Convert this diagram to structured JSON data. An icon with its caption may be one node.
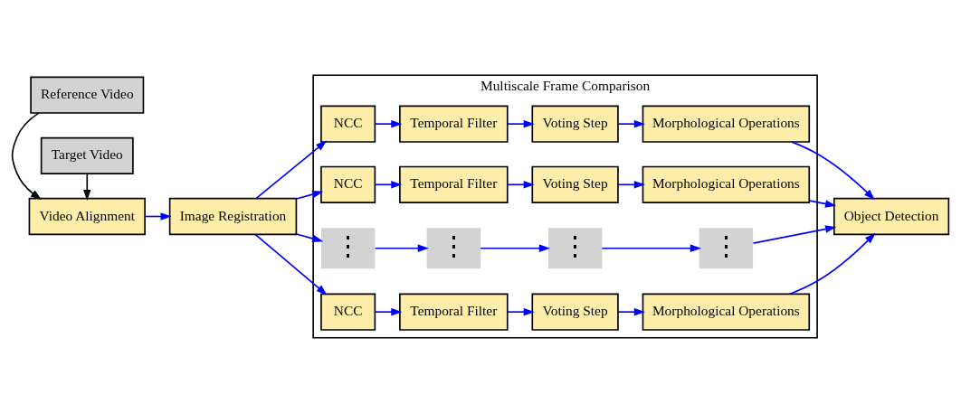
{
  "diagram": {
    "nodes": [
      {
        "text": [
          "Reference Video"
        ]
      },
      {
        "text": [
          "Video Alignment"
        ]
      },
      {
        "text": [
          "Target Video"
        ]
      },
      {
        "text": [
          "Image Registration"
        ]
      },
      {
        "text": [
          "Multiscale Frame Comparison"
        ]
      },
      {
        "text": [
          "NCC"
        ],
        "in": 4
      },
      {
        "text": [
          "Temporal Filter"
        ],
        "in": 4
      },
      {
        "text": [
          "Voting Step"
        ],
        "in": 4
      },
      {
        "text": [
          "Morphological Operations"
        ],
        "in": 4
      },
      {
        "text": [
          "NCC"
        ],
        "in": 4
      },
      {
        "text": [
          "Temporal Filter"
        ],
        "in": 4
      },
      {
        "text": [
          "Voting Step"
        ],
        "in": 4
      },
      {
        "text": [
          "Morphological Operations"
        ],
        "in": 4
      },
      {
        "text": [
          "⋮"
        ],
        "in": 4
      },
      {
        "text": [
          "⋮"
        ],
        "in": 4
      },
      {
        "text": [
          "⋮"
        ],
        "in": 4
      },
      {
        "text": [
          "⋮"
        ],
        "in": 4
      },
      {
        "text": [
          "NCC"
        ],
        "in": 4
      },
      {
        "text": [
          "Temporal Filter"
        ],
        "in": 4
      },
      {
        "text": [
          "Voting Step"
        ],
        "in": 4
      },
      {
        "text": [
          "Morphological Operations"
        ],
        "in": 4
      },
      {
        "text": [
          "Object Detection"
        ]
      }
    ],
    "edges": [
      {
        "from": 0,
        "to": 1,
        "arrow": "to",
        "color": "#000000"
      },
      {
        "from": 2,
        "to": 1,
        "arrow": "to",
        "color": "#000000"
      },
      {
        "from": 1,
        "to": 3,
        "arrow": "to"
      },
      {
        "from": 3,
        "to": 5,
        "arrow": "to"
      },
      {
        "from": 3,
        "to": 9,
        "arrow": "to"
      },
      {
        "from": 3,
        "to": 13,
        "arrow": "to"
      },
      {
        "from": 3,
        "to": 17,
        "arrow": "to"
      },
      {
        "from": 5,
        "to": 6,
        "arrow": "to"
      },
      {
        "from": 6,
        "to": 7,
        "arrow": "to"
      },
      {
        "from": 7,
        "to": 8,
        "arrow": "to"
      },
      {
        "from": 9,
        "to": 10,
        "arrow": "to"
      },
      {
        "from": 10,
        "to": 11,
        "arrow": "to"
      },
      {
        "from": 11,
        "to": 12,
        "arrow": "to"
      },
      {
        "from": 13,
        "to": 14,
        "arrow": "to"
      },
      {
        "from": 14,
        "to": 15,
        "arrow": "to"
      },
      {
        "from": 15,
        "to": 16,
        "arrow": "to"
      },
      {
        "from": 17,
        "to": 18,
        "arrow": "to"
      },
      {
        "from": 18,
        "to": 19,
        "arrow": "to"
      },
      {
        "from": 19,
        "to": 20,
        "arrow": "to"
      },
      {
        "from": 8,
        "to": 21,
        "arrow": "to"
      },
      {
        "from": 12,
        "to": 21,
        "arrow": "to"
      },
      {
        "from": 16,
        "to": 21,
        "arrow": "to"
      },
      {
        "from": 20,
        "to": 21,
        "arrow": "to"
      }
    ]
  }
}
